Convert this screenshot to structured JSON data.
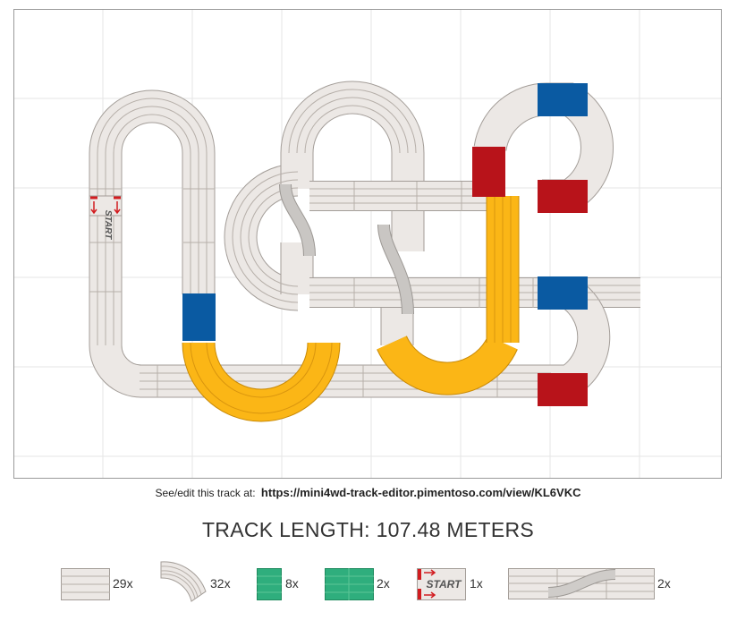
{
  "share": {
    "prefix": "See/edit this track at:",
    "url": "https://mini4wd-track-editor.pimentoso.com/view/KL6VKC"
  },
  "track_length": {
    "label": "TRACK LENGTH: 107.48 METERS"
  },
  "start_label": "START",
  "colors": {
    "track": "#ece8e5",
    "track_edge": "#a39d98",
    "lane": "#b6afa9",
    "orange": "#fbb616",
    "orange_edge": "#c98a06",
    "red": "#b8131a",
    "blue": "#0a5aa2",
    "green": "#2fae7d",
    "grid": "#e6e6e6"
  },
  "legend": [
    {
      "name": "straight",
      "count": "29x"
    },
    {
      "name": "curve",
      "count": "32x"
    },
    {
      "name": "slope-short",
      "count": "8x"
    },
    {
      "name": "slope-long",
      "count": "2x"
    },
    {
      "name": "start",
      "count": "1x"
    },
    {
      "name": "lane-change",
      "count": "2x"
    }
  ]
}
